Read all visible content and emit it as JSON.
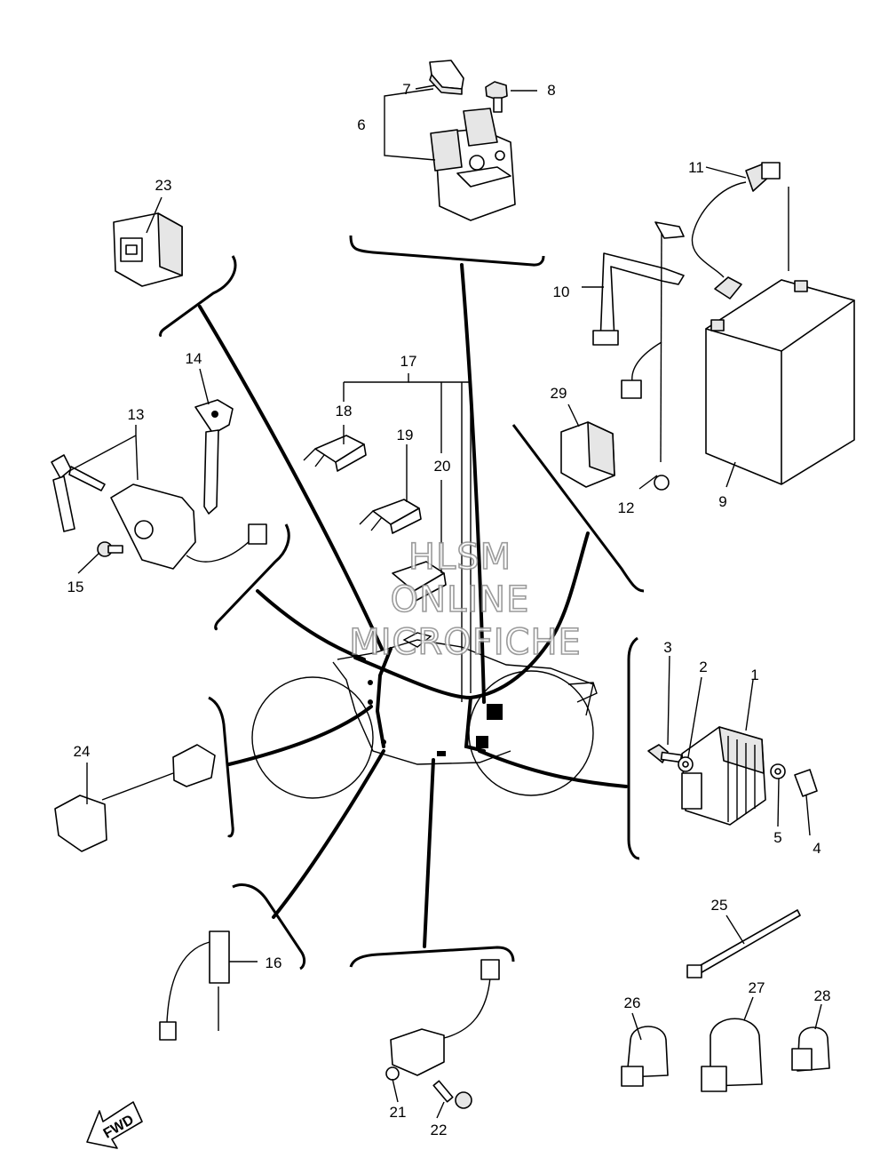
{
  "watermark": {
    "line1": "HLSM",
    "line2": "ONLINE",
    "line3": "MICROFICHE"
  },
  "fwd_label": "FWD",
  "part_labels": {
    "p1": "1",
    "p2": "2",
    "p3": "3",
    "p4": "4",
    "p5": "5",
    "p6": "6",
    "p7": "7",
    "p8": "8",
    "p9": "9",
    "p10": "10",
    "p11": "11",
    "p12": "12",
    "p13": "13",
    "p14": "14",
    "p15": "15",
    "p16": "16",
    "p17": "17",
    "p18": "18",
    "p19": "19",
    "p20": "20",
    "p21": "21",
    "p22": "22",
    "p23": "23",
    "p24": "24",
    "p25": "25",
    "p26": "26",
    "p27": "27",
    "p28": "28",
    "p29": "29"
  }
}
